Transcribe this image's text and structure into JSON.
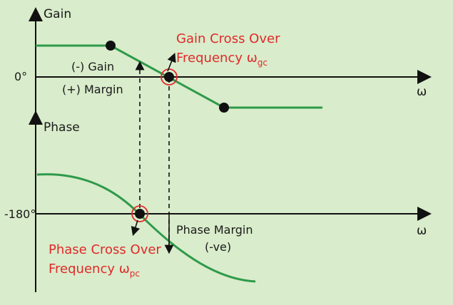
{
  "labels": {
    "gain_axis": "Gain",
    "phase_axis": "Phase",
    "zero_deg": "0°",
    "minus180_deg": "-180°",
    "omega_gain": "ω",
    "omega_phase": "ω",
    "gain_margin_line1": "(-) Gain",
    "gain_margin_line2": "(+) Margin",
    "gain_crossover_line1": "Gain Cross Over",
    "gain_crossover_line2": "Frequency ω",
    "gain_crossover_sub": "gc",
    "phase_crossover_line1": "Phase Cross Over",
    "phase_crossover_line2": "Frequency ω",
    "phase_crossover_sub": "pc",
    "phase_margin_line1": "Phase Margin",
    "phase_margin_line2": "(-ve)"
  },
  "colors": {
    "background": "#d9eccb",
    "curve": "#2e9a4a",
    "axis": "#111111",
    "highlight": "#e02a2a"
  }
}
